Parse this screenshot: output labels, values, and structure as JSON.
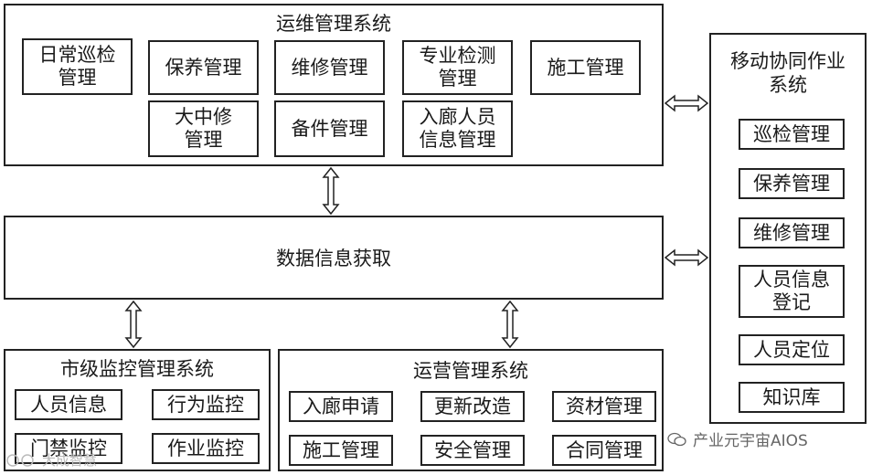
{
  "ops_system": {
    "title": "运维管理系统",
    "modules": [
      "日常巡检\n管理",
      "保养管理",
      "维修管理",
      "专业检测\n管理",
      "施工管理",
      "大中修\n管理",
      "备件管理",
      "入廊人员\n信息管理"
    ]
  },
  "data_layer": {
    "title": "数据信息获取"
  },
  "city_system": {
    "title": "市级监控管理系统",
    "modules": [
      "人员信息",
      "行为监控",
      "门禁监控",
      "作业监控"
    ]
  },
  "operation_system": {
    "title": "运营管理系统",
    "modules": [
      "入廊申请",
      "更新改造",
      "资材管理",
      "施工管理",
      "安全管理",
      "合同管理"
    ]
  },
  "mobile_system": {
    "title": "移动协同作业\n系统",
    "modules": [
      "巡检管理",
      "保养管理",
      "维修管理",
      "人员信息\n登记",
      "人员定位",
      "知识库"
    ]
  },
  "watermarks": {
    "brand": "产业元宇宙AIOS",
    "source": "大成智慧"
  }
}
